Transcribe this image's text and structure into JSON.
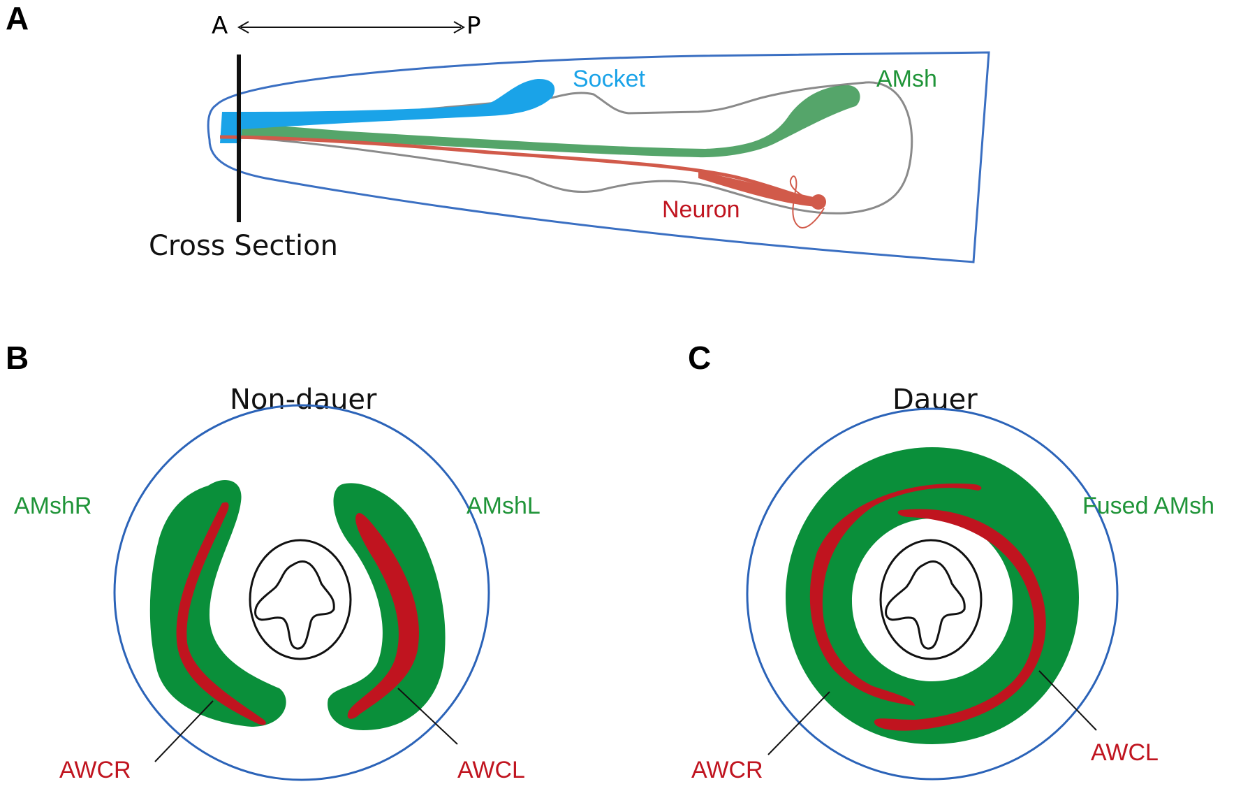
{
  "panels": {
    "a": {
      "letter": "A",
      "axis": {
        "anterior": "A",
        "posterior": "P"
      },
      "cross_section_label": "Cross Section",
      "labels": {
        "socket": "Socket",
        "amsh": "AMsh",
        "neuron": "Neuron"
      }
    },
    "b": {
      "letter": "B",
      "title": "Non-dauer",
      "labels": {
        "amshr": "AMshR",
        "amshl": "AMshL",
        "awcr": "AWCR",
        "awcl": "AWCL"
      }
    },
    "c": {
      "letter": "C",
      "title": "Dauer",
      "labels": {
        "fused_amsh": "Fused AMsh",
        "awcr": "AWCR",
        "awcl": "AWCL"
      }
    }
  },
  "colors": {
    "outline_blue": "#3a6fc2",
    "socket_blue": "#1aa3e8",
    "amsh_green": "#0e8f3a",
    "neuron_red": "#c0141f",
    "pharynx_gray": "#8a8a8a"
  }
}
